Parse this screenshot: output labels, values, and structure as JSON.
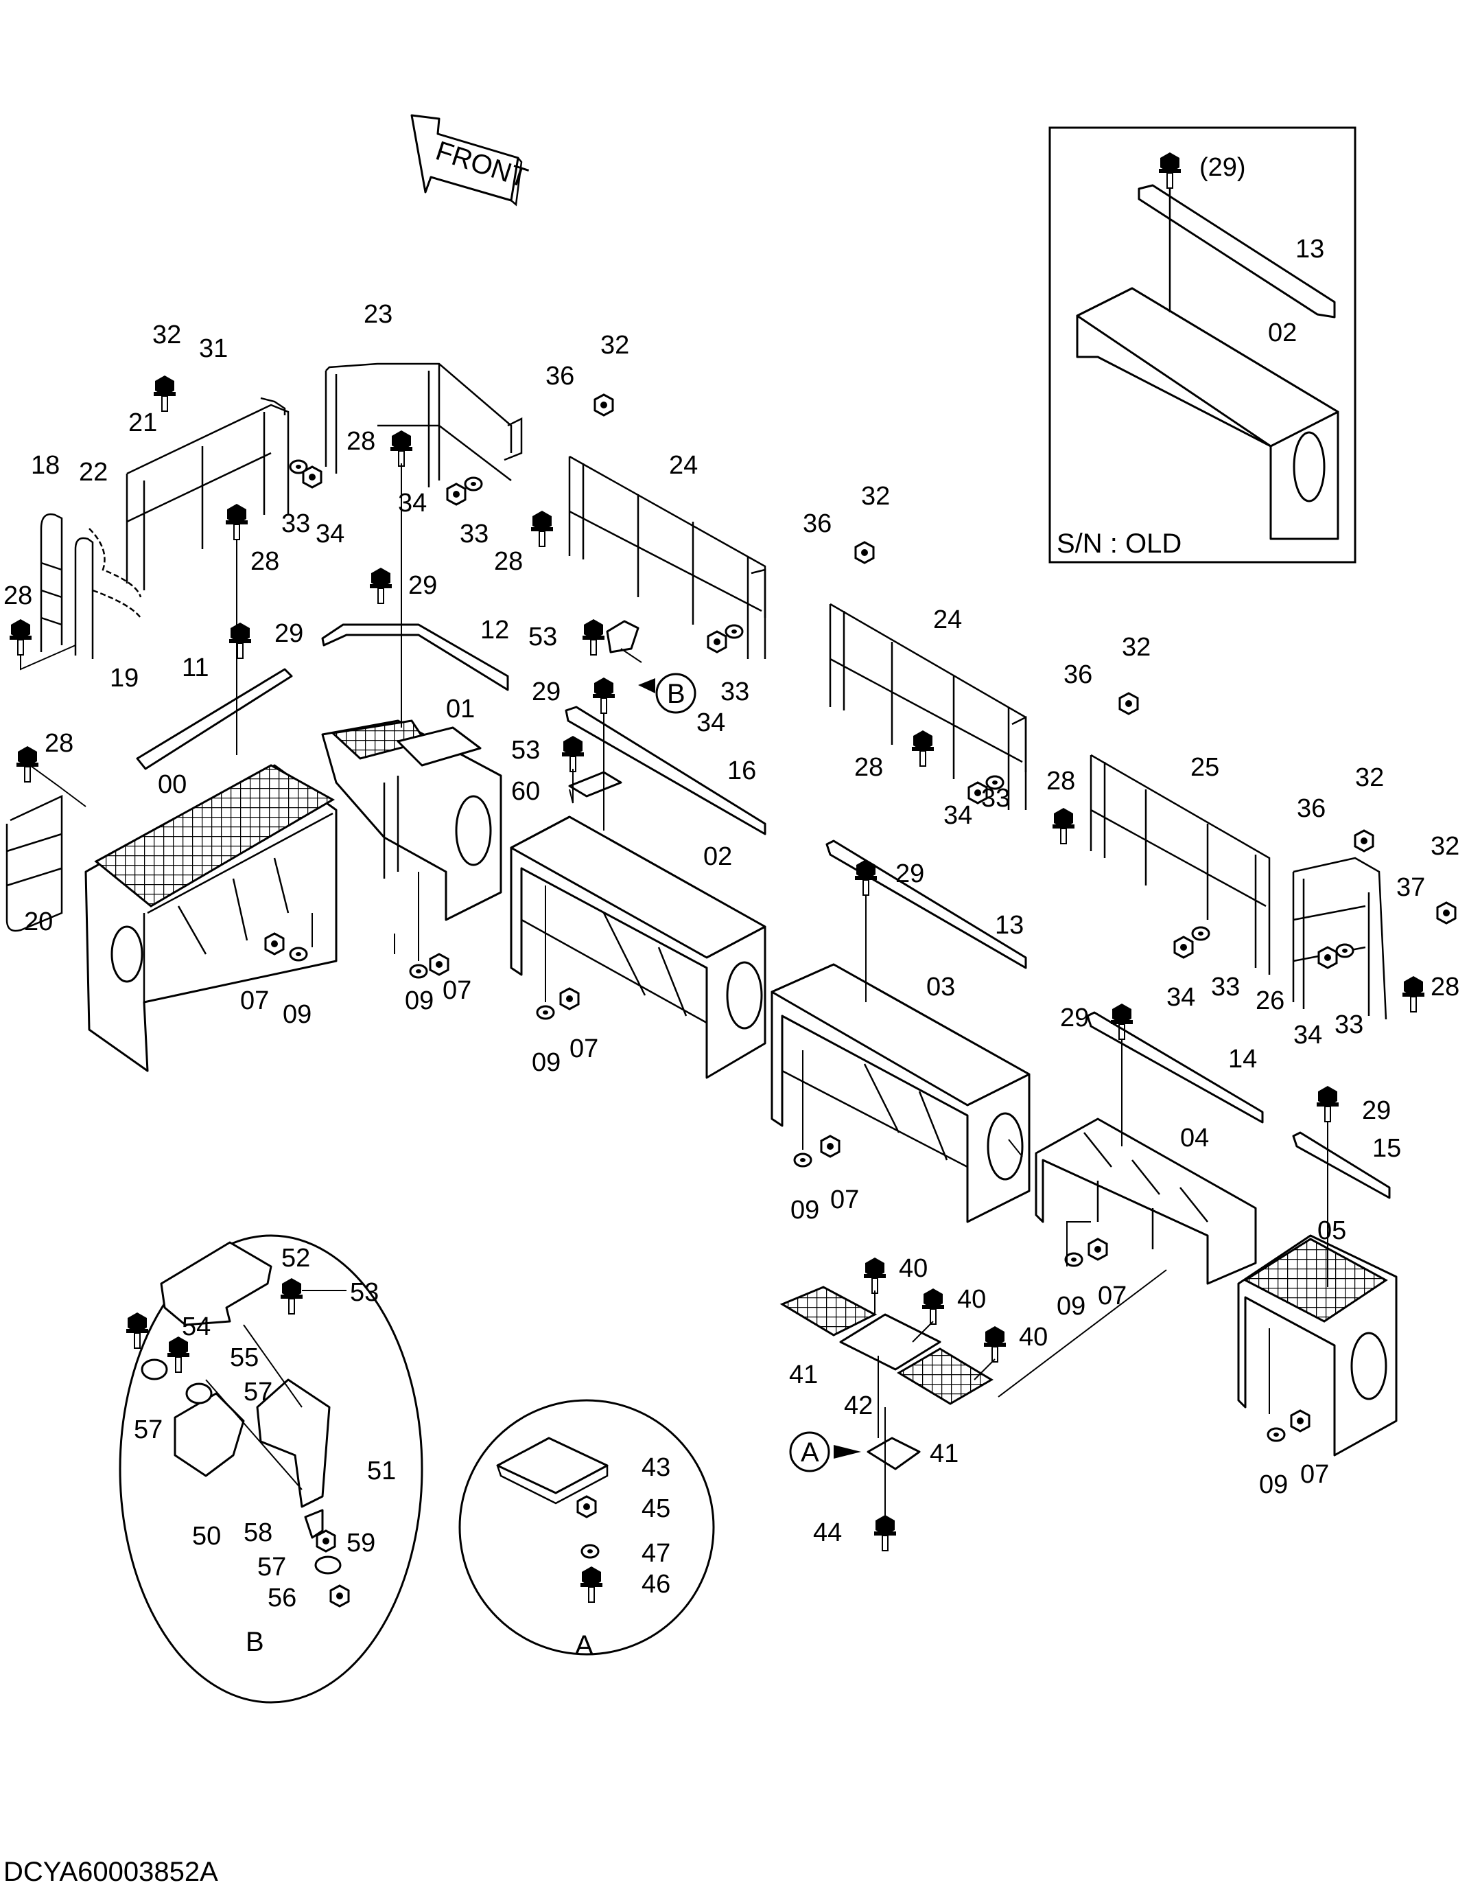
{
  "front_arrow_label": "FRONT",
  "inset": {
    "caption": "S/N : OLD",
    "labels": [
      "(29)",
      "13",
      "02"
    ]
  },
  "detail_b": {
    "caption": "B",
    "labels": [
      "52",
      "53",
      "54",
      "55",
      "57",
      "57",
      "51",
      "50",
      "58",
      "59",
      "57",
      "56"
    ]
  },
  "detail_a": {
    "caption": "A",
    "labels": [
      "43",
      "45",
      "47",
      "46"
    ]
  },
  "callouts": {
    "a": "A",
    "b": "B"
  },
  "drawing_code": "DCYA60003852A",
  "labels": {
    "l32a": "32",
    "l31": "31",
    "l23": "23",
    "l36a": "36",
    "l32b": "32",
    "l21": "21",
    "l18": "18",
    "l22": "22",
    "l28a": "28",
    "l33a": "33",
    "l34a": "34",
    "l28b": "28",
    "l34b": "34",
    "l33b": "33",
    "l28c": "28",
    "l24a": "24",
    "l36b": "36",
    "l32c": "32",
    "l28d": "28",
    "l19": "19",
    "l29a": "29",
    "l29b": "29",
    "l11": "11",
    "l12": "12",
    "l53a": "53",
    "l29c": "29",
    "l34c": "34",
    "l33c": "33",
    "l24b": "24",
    "l36c": "36",
    "l32d": "32",
    "l28e": "28",
    "l00": "00",
    "l01": "01",
    "l53b": "53",
    "l60": "60",
    "l16": "16",
    "l28f": "28",
    "l34d": "34",
    "l33d": "33",
    "l28g": "28",
    "l25": "25",
    "l36d": "36",
    "l32e": "32",
    "l32f": "32",
    "l20": "20",
    "l02": "02",
    "l29d": "29",
    "l13": "13",
    "l37": "37",
    "l07a": "07",
    "l09a": "09",
    "l09b": "09",
    "l07b": "07",
    "l34e": "34",
    "l33e": "33",
    "l26": "26",
    "l28h": "28",
    "l34f": "34",
    "l33f": "33",
    "l03": "03",
    "l29e": "29",
    "l14": "14",
    "l09c": "09",
    "l07c": "07",
    "l04": "04",
    "l29f": "29",
    "l15": "15",
    "l09d": "09",
    "l07d": "07",
    "l05": "05",
    "l40a": "40",
    "l40b": "40",
    "l40c": "40",
    "l41a": "41",
    "l42": "42",
    "l41b": "41",
    "l09e": "09",
    "l07e": "07",
    "l09f": "09",
    "l07f": "07",
    "l44": "44"
  }
}
